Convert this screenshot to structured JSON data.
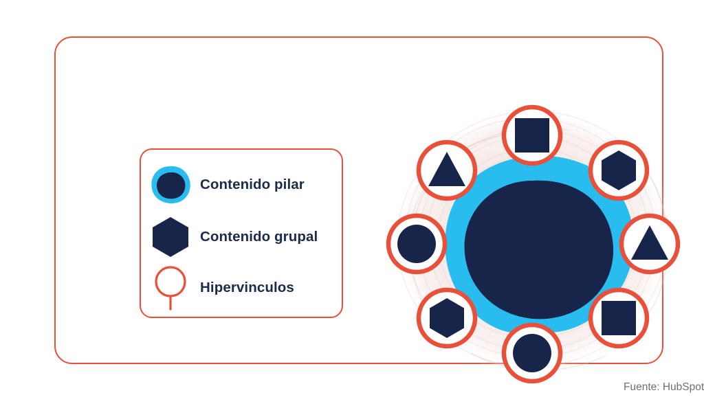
{
  "card": {
    "border_color": "#E8503A",
    "background": "#ffffff"
  },
  "legend": {
    "border_color": "#E8503A",
    "items": [
      {
        "icon": "pillar-blob-icon",
        "label": "Contenido pilar"
      },
      {
        "icon": "hexagon-icon",
        "label": "Contenido grupal"
      },
      {
        "icon": "hyperlink-pin-icon",
        "label": "Hipervinculos"
      }
    ]
  },
  "diagram": {
    "name": "topic-cluster-diagram",
    "colors": {
      "navy": "#17254A",
      "cyan": "#29BDEF",
      "red": "#E8503A",
      "background_texture": "#F3E6E4"
    },
    "center": {
      "name": "pillar-content-node",
      "shape": "blob",
      "outer_color": "#29BDEF",
      "inner_color": "#17254A"
    },
    "nodes": [
      {
        "name": "cluster-node-top",
        "shape": "square",
        "angle_deg": 270
      },
      {
        "name": "cluster-node-top-left",
        "shape": "triangle",
        "angle_deg": 215
      },
      {
        "name": "cluster-node-top-right",
        "shape": "hexagon",
        "angle_deg": 325
      },
      {
        "name": "cluster-node-left",
        "shape": "circle",
        "angle_deg": 170
      },
      {
        "name": "cluster-node-right",
        "shape": "triangle",
        "angle_deg": 10
      },
      {
        "name": "cluster-node-bottom-left",
        "shape": "hexagon",
        "angle_deg": 135
      },
      {
        "name": "cluster-node-bottom",
        "shape": "circle",
        "angle_deg": 90
      },
      {
        "name": "cluster-node-bottom-right",
        "shape": "square",
        "angle_deg": 45
      }
    ]
  },
  "source": {
    "text": "Fuente: HubSpot",
    "color": "#6E6E72"
  }
}
